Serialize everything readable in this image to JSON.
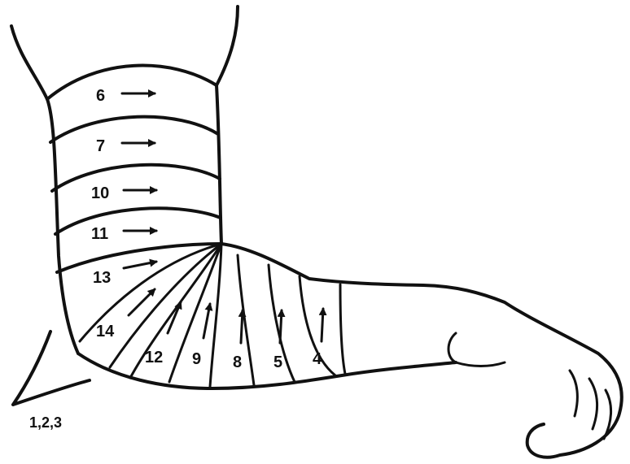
{
  "labels": {
    "upper_turns": [
      "6",
      "7",
      "10",
      "11",
      "13"
    ],
    "elbow_turn": "14",
    "forearm_turns": [
      "12",
      "9",
      "8",
      "5",
      "4"
    ],
    "start_turns": "1,2,3"
  },
  "colors": {
    "ink": "#111111",
    "background": "#ffffff"
  }
}
